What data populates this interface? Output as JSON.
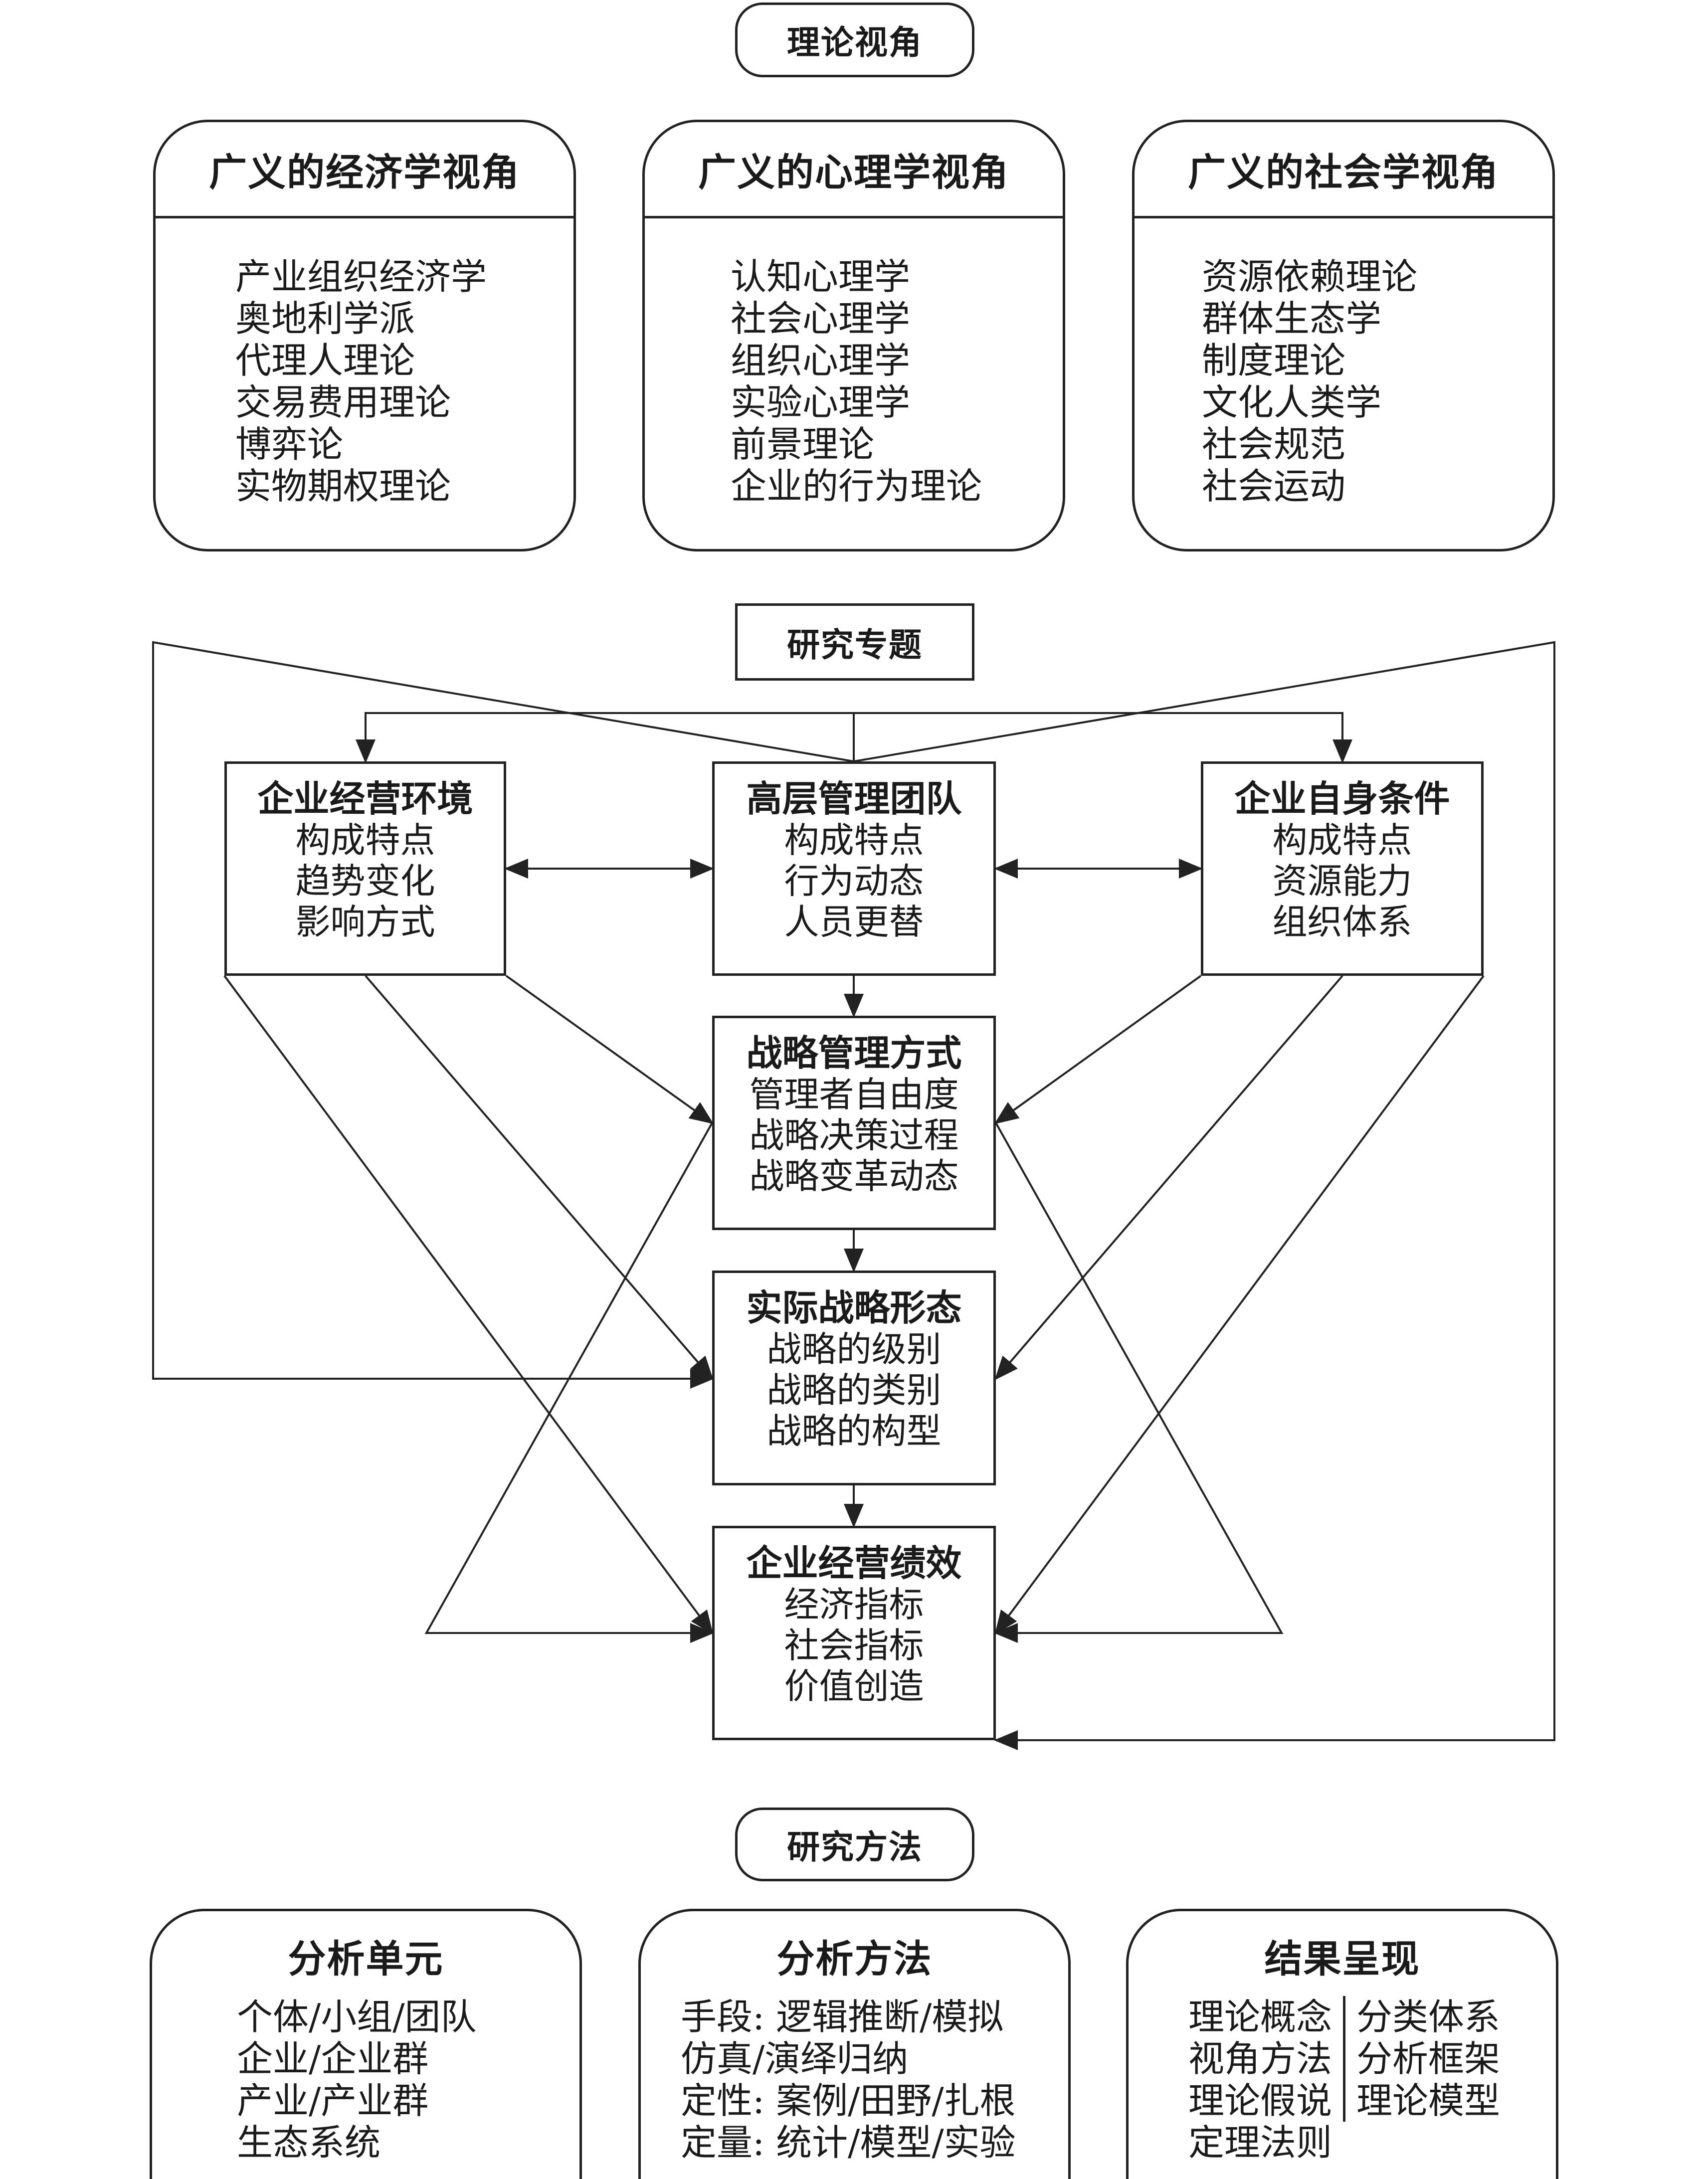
{
  "theory": {
    "title": "理论视角",
    "columns": [
      {
        "title": "广义的经济学视角",
        "items": [
          "产业组织经济学",
          "奥地利学派",
          "代理人理论",
          "交易费用理论",
          "博弈论",
          "实物期权理论"
        ]
      },
      {
        "title": "广义的心理学视角",
        "items": [
          "认知心理学",
          "社会心理学",
          "组织心理学",
          "实验心理学",
          "前景理论",
          "企业的行为理论"
        ]
      },
      {
        "title": "广义的社会学视角",
        "items": [
          "资源依赖理论",
          "群体生态学",
          "制度理论",
          "文化人类学",
          "社会规范",
          "社会运动"
        ]
      }
    ]
  },
  "topics": {
    "title": "研究专题",
    "boxes": {
      "env": {
        "title": "企业经营环境",
        "items": [
          "构成特点",
          "趋势变化",
          "影响方式"
        ]
      },
      "tmt": {
        "title": "高层管理团队",
        "items": [
          "构成特点",
          "行为动态",
          "人员更替"
        ]
      },
      "self": {
        "title": "企业自身条件",
        "items": [
          "构成特点",
          "资源能力",
          "组织体系"
        ]
      },
      "sm": {
        "title": "战略管理方式",
        "items": [
          "管理者自由度",
          "战略决策过程",
          "战略变革动态"
        ]
      },
      "form": {
        "title": "实际战略形态",
        "items": [
          "战略的级别",
          "战略的类别",
          "战略的构型"
        ]
      },
      "perf": {
        "title": "企业经营绩效",
        "items": [
          "经济指标",
          "社会指标",
          "价值创造"
        ]
      }
    }
  },
  "methods": {
    "title": "研究方法",
    "unit": {
      "title": "分析单元",
      "items": [
        "个体/小组/团队",
        "企业/企业群",
        "产业/产业群",
        "生态系统"
      ]
    },
    "approach": {
      "title": "分析方法",
      "items": [
        "手段: 逻辑推断/模拟",
        "仿真/演绎归纳",
        "定性: 案例/田野/扎根",
        "定量: 统计/模型/实验"
      ]
    },
    "result": {
      "title": "结果呈现",
      "rows": [
        [
          "理论概念",
          "分类体系"
        ],
        [
          "视角方法",
          "分析框架"
        ],
        [
          "理论假说",
          "理论模型"
        ],
        [
          "定理法则",
          ""
        ]
      ]
    }
  }
}
